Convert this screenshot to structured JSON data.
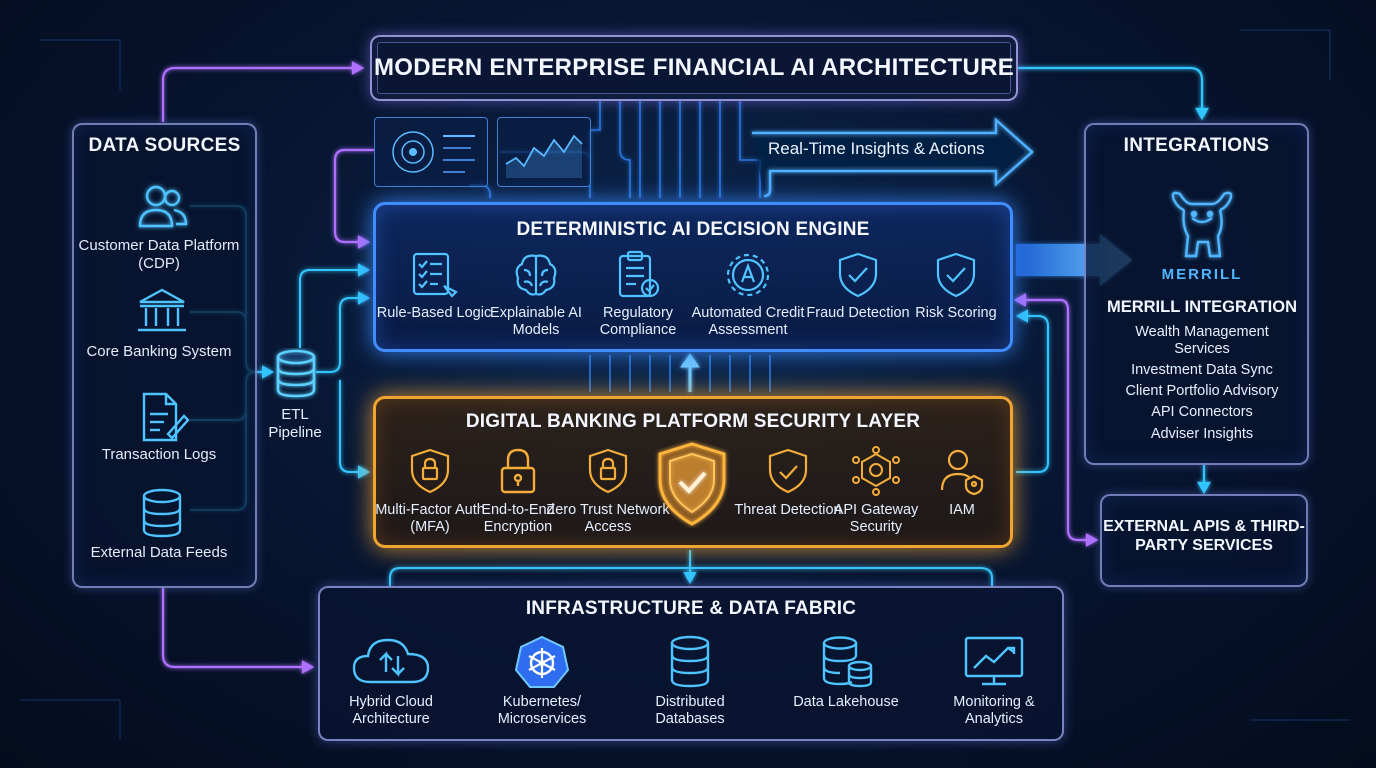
{
  "title": "MODERN ENTERPRISE FINANCIAL AI ARCHITECTURE",
  "data_sources": {
    "title": "DATA SOURCES",
    "items": [
      {
        "label": "Customer Data Platform (CDP)",
        "icon": "users-icon"
      },
      {
        "label": "Core Banking System",
        "icon": "bank-icon"
      },
      {
        "label": "Transaction Logs",
        "icon": "document-pen-icon"
      },
      {
        "label": "External Data Feeds",
        "icon": "database-icon"
      }
    ]
  },
  "etl": {
    "label": "ETL Pipeline",
    "icon": "database-icon"
  },
  "realtime": {
    "label": "Real-Time Insights & Actions"
  },
  "engine": {
    "title": "DETERMINISTIC AI DECISION ENGINE",
    "items": [
      {
        "label": "Rule-Based Logic",
        "icon": "checklist-icon"
      },
      {
        "label": "Explainable AI Models",
        "icon": "brain-icon"
      },
      {
        "label": "Regulatory Compliance",
        "icon": "clipboard-check-icon"
      },
      {
        "label": "Automated Credit Assessment",
        "icon": "credit-gear-icon"
      },
      {
        "label": "Fraud Detection",
        "icon": "shield-check-icon"
      },
      {
        "label": "Risk Scoring",
        "icon": "shield-check-icon"
      }
    ]
  },
  "security": {
    "title": "DIGITAL BANKING PLATFORM SECURITY LAYER",
    "items": [
      {
        "label": "Multi-Factor Auth (MFA)",
        "icon": "shield-lock-icon"
      },
      {
        "label": "End-to-End Encryption",
        "icon": "padlock-icon"
      },
      {
        "label": "Zero Trust Network Access",
        "icon": "shield-lock-icon"
      },
      {
        "label": "",
        "icon": "large-shield-check-icon"
      },
      {
        "label": "Threat Detection",
        "icon": "shield-alert-icon"
      },
      {
        "label": "API Gateway Security",
        "icon": "network-nodes-icon"
      },
      {
        "label": "IAM",
        "icon": "user-key-icon"
      }
    ]
  },
  "infra": {
    "title": "INFRASTRUCTURE & DATA FABRIC",
    "items": [
      {
        "label": "Hybrid Cloud Architecture",
        "icon": "cloud-sync-icon"
      },
      {
        "label": "Kubernetes/ Microservices",
        "icon": "kubernetes-icon"
      },
      {
        "label": "Distributed Databases",
        "icon": "database-icon"
      },
      {
        "label": "Data Lakehouse",
        "icon": "database-stack-icon"
      },
      {
        "label": "Monitoring & Analytics",
        "icon": "monitor-chart-icon"
      }
    ]
  },
  "integrations": {
    "title": "INTEGRATIONS",
    "brand": "MERRILL",
    "brand_icon": "bull-icon",
    "subtitle": "MERRILL INTEGRATION",
    "items": [
      "Wealth Management Services",
      "Investment Data Sync",
      "Client Portfolio Advisory",
      "API Connectors",
      "Adviser Insights"
    ]
  },
  "external": {
    "title": "EXTERNAL APIS & THIRD-PARTY SERVICES"
  },
  "colors": {
    "engine_border": "#3f8dff",
    "security_border": "#f0a531",
    "connector_cyan": "#33c6ff",
    "connector_purple": "#b070ff",
    "brand_blue": "#4fb6ff"
  }
}
